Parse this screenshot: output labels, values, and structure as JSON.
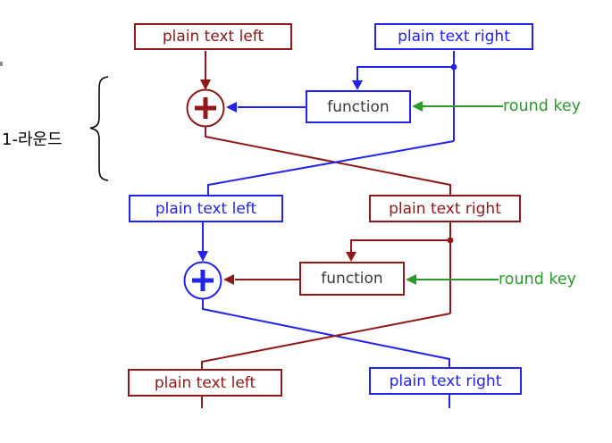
{
  "colors": {
    "dark_red": "#911818",
    "blue": "#2323ee",
    "green": "#2b9c2b",
    "function_text": "#3a3a3a",
    "annotation_text": "#000000"
  },
  "annotation": {
    "round_label": "1-라운드"
  },
  "rounds": [
    {
      "left_box": "plain text left",
      "right_box": "plain text right",
      "function": "function",
      "round_key": "round key"
    },
    {
      "left_box": "plain text left",
      "right_box": "plain text right",
      "function": "function",
      "round_key": "round key"
    }
  ],
  "output_row": {
    "left_box": "plain text left",
    "right_box": "plain text right"
  }
}
